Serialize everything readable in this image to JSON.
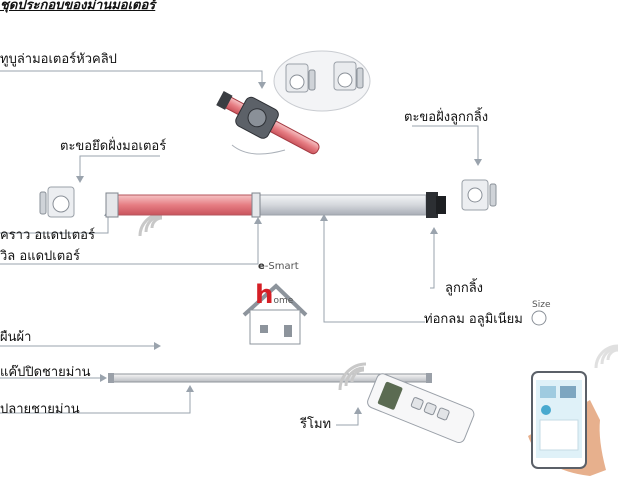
{
  "title": "ชุดประกอบของม่านมอเตอร์",
  "labels": {
    "motor_tube_clip": "ทูบูล่ามอเตอร์หัวคลิป",
    "motor_bracket": "ตะขอยึดฝั่งมอเตอร์",
    "roller_bracket": "ตะขอฝั่งลูกกลิ้ง",
    "crown_adapter": "คราว อแดปเตอร์",
    "wheel_adapter": "วิล อแดปเตอร์",
    "roller": "ลูกกลิ้ง",
    "alu_tube": "ท่อกลม อลูมิเนียม",
    "fabric": "ผืนผ้า",
    "bottom_clip": "แค๊ปปิดชายม่าน",
    "bottom_end": "ปลายชายม่าน",
    "remote": "รีโมท",
    "esmart_prefix": "e",
    "esmart_suffix": "-Smart",
    "home_h": "h",
    "home_ome": "ome",
    "size_label": "Size"
  },
  "colors": {
    "motor_tube": "#e88a8e",
    "alu_tube": "#d9dbe0",
    "leader_line": "#9aa3ad",
    "home_red": "#d51f26",
    "phone_screen": "#dff1f8"
  }
}
